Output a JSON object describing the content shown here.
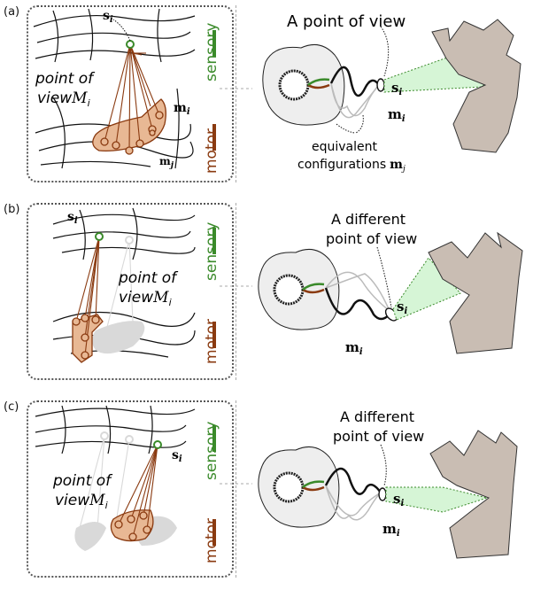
{
  "panels": [
    {
      "label": "(a)",
      "s_label": "s",
      "s_sub": "i",
      "m_label": "m",
      "m_sub": "i",
      "mj_label": "m",
      "mj_sub": "j",
      "pov_line1": "point of",
      "pov_line2": "view",
      "pov_M": "M",
      "pov_sub": "i",
      "sensory": "sensory",
      "motor": "motor",
      "title": "A point of view",
      "title2": "",
      "equiv1": "equivalent",
      "equiv2": "configurations",
      "right_s": "s",
      "right_s_sub": "i",
      "right_m": "m",
      "right_m_sub": "i"
    },
    {
      "label": "(b)",
      "s_label": "s",
      "s_sub": "i",
      "pov_line1": "point of",
      "pov_line2": "view",
      "pov_M": "M",
      "pov_sub": "i",
      "sensory": "sensory",
      "motor": "motor",
      "title": "A different",
      "title2": "point of view",
      "right_s": "s",
      "right_s_sub": "i",
      "right_m": "m",
      "right_m_sub": "i"
    },
    {
      "label": "(c)",
      "s_label": "s",
      "s_sub": "i",
      "pov_line1": "point of",
      "pov_line2": "view",
      "pov_M": "M",
      "pov_sub": "i",
      "sensory": "sensory",
      "motor": "motor",
      "title": "A different",
      "title2": "point of view",
      "right_s": "s",
      "right_s_sub": "i",
      "right_m": "m",
      "right_m_sub": "i"
    }
  ],
  "colors": {
    "sensory": "#3a8a2a",
    "motor": "#8a3a10",
    "motor_fill": "#e8b894",
    "ghost": "#d9d9d9",
    "body": "#eeeeee",
    "object": "#c9bdb3",
    "fov": "#d6f5d6"
  }
}
